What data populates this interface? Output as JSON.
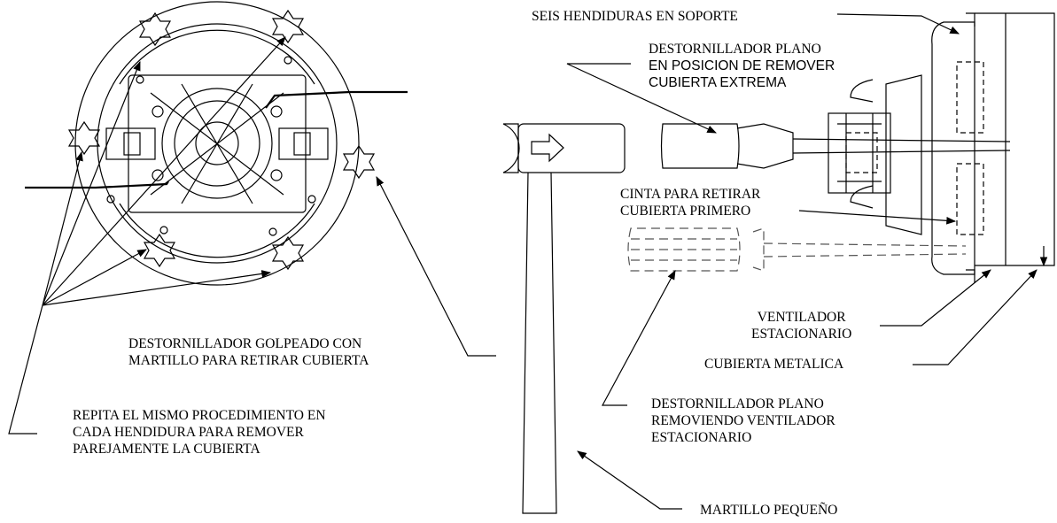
{
  "labels": {
    "six_slots": "SEIS HENDIDURAS EN SOPORTE",
    "flat_screwdriver_remove_end_cover": [
      "DESTORNILLADOR PLANO",
      "EN POSICION DE REMOVER",
      "CUBIERTA EXTREMA"
    ],
    "tape_remove_cover_first": [
      "CINTA PARA RETIRAR",
      "CUBIERTA PRIMERO"
    ],
    "stationary_fan": [
      "VENTILADOR",
      "ESTACIONARIO"
    ],
    "metal_cover": "CUBIERTA METALICA",
    "screwdriver_struck_hammer": [
      "DESTORNILLADOR GOLPEADO CON",
      "MARTILLO PARA RETIRAR CUBIERTA"
    ],
    "repeat_procedure": [
      "REPITA EL MISMO PROCEDIMIENTO EN",
      "CADA HENDIDURA PARA REMOVER",
      "PAREJAMENTE LA CUBIERTA"
    ],
    "flat_screwdriver_removing_fan": [
      "DESTORNILLADOR PLANO",
      "REMOVIENDO VENTILADOR",
      "ESTACIONARIO"
    ],
    "small_hammer": "MARTILLO PEQUEÑO"
  },
  "colors": {
    "ink": "#000000",
    "dashed": "#555555",
    "background": "#ffffff"
  }
}
